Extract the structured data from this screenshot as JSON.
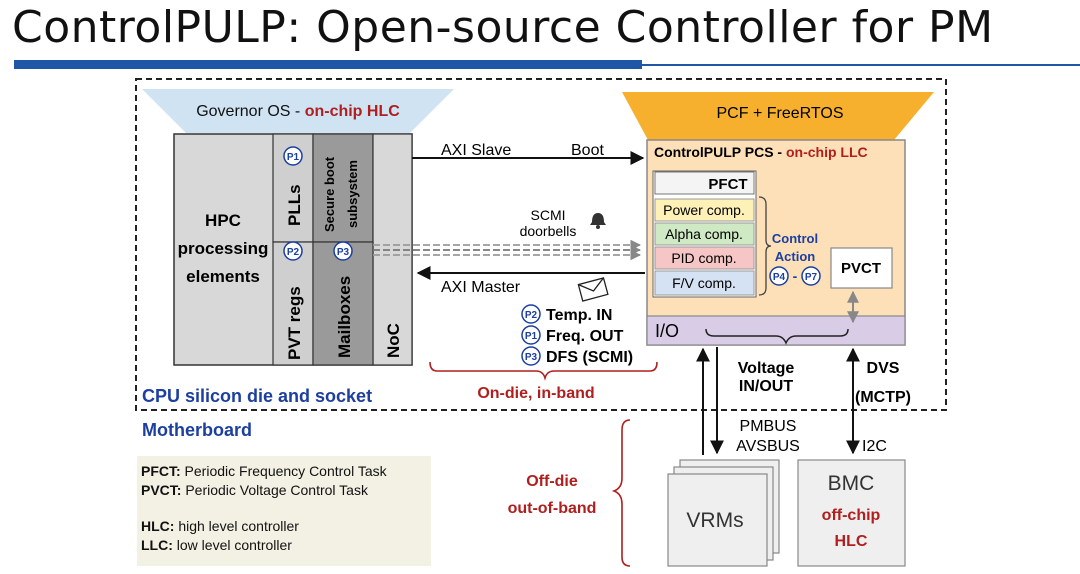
{
  "slide": {
    "title": "ControlPULP:  Open-source Controller for PM"
  },
  "colors": {
    "title_bar": "#1f56a8",
    "governor_fill": "#cfe3f3",
    "pcf_fill": "#f6b02e",
    "pcs_fill": "#fde0b8",
    "io_fill": "#d9cce6",
    "dark_red": "#b01e1e",
    "blue_text": "#1c3fa0",
    "power_comp": "#fdf1b8",
    "alpha_comp": "#cfe9c4",
    "pid_comp": "#f6c6c6",
    "fv_comp": "#d5e2f3"
  },
  "governor": {
    "label": "Governor OS - ",
    "label_red": "on-chip HLC"
  },
  "hpc": {
    "line1": "HPC",
    "line2": "processing",
    "line3": "elements",
    "plls": "PLLs",
    "secure_boot_1": "Secure boot",
    "secure_boot_2": "subsystem",
    "pvt_regs": "PVT regs",
    "mailboxes": "Mailboxes",
    "noc": "NoC",
    "badge_p1": "P1",
    "badge_p2": "P2",
    "badge_p3": "P3"
  },
  "links": {
    "axi_slave": "AXI Slave",
    "boot": "Boot",
    "scmi_1": "SCMI",
    "scmi_2": "doorbells",
    "axi_master": "AXI Master",
    "temp_in": "Temp. IN",
    "freq_out": "Freq. OUT",
    "dfs": "DFS (SCMI)",
    "badge_p2": "P2",
    "badge_p1": "P1",
    "badge_p3": "P3",
    "on_die": "On-die, in-band"
  },
  "pcf": {
    "label": "PCF + FreeRTOS"
  },
  "pcs": {
    "title": "ControlPULP PCS - ",
    "title_red": "on-chip LLC",
    "pfct": "PFCT",
    "power_comp": "Power comp.",
    "alpha_comp": "Alpha comp.",
    "pid_comp": "PID comp.",
    "fv_comp": "F/V comp.",
    "control_action_1": "Control",
    "control_action_2": "Action",
    "badge_p4": "P4",
    "badge_dash": "-",
    "badge_p7": "P7",
    "pvct": "PVCT",
    "io": "I/O"
  },
  "die": {
    "label": "CPU silicon die and socket",
    "voltage_1": "Voltage",
    "voltage_2": "IN/OUT",
    "dvs_1": "DVS",
    "dvs_2": "(MCTP)"
  },
  "motherboard": {
    "label": "Motherboard",
    "pmbus": "PMBUS",
    "avsbus": "AVSBUS",
    "i2c": "I2C",
    "off_die_1": "Off-die",
    "off_die_2": "out-of-band",
    "vrms": "VRMs",
    "bmc": "BMC",
    "bmc_red_1": "off-chip",
    "bmc_red_2": "HLC"
  },
  "legend": {
    "pfct_key": "PFCT:",
    "pfct_val": " Periodic Frequency Control Task",
    "pvct_key": "PVCT:",
    "pvct_val": " Periodic Voltage Control Task",
    "hlc_key": "HLC:",
    "hlc_val": " high level controller",
    "llc_key": "LLC:",
    "llc_val": " low level controller"
  }
}
